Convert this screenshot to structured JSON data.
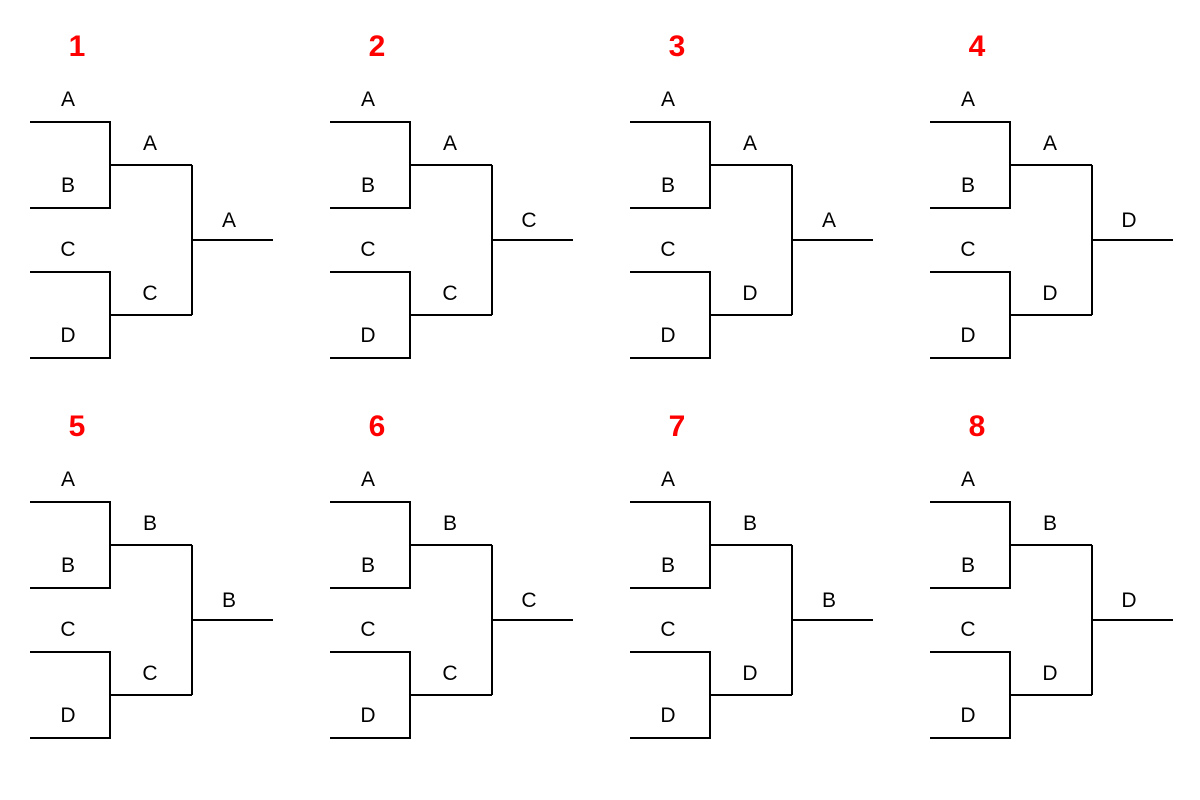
{
  "colors": {
    "background": "#ffffff",
    "line": "#000000",
    "label": "#000000",
    "bracket_number": "#ff0000"
  },
  "brackets": [
    {
      "number": "1",
      "round1": [
        "A",
        "B",
        "C",
        "D"
      ],
      "semifinals": [
        "A",
        "C"
      ],
      "winner": "A"
    },
    {
      "number": "2",
      "round1": [
        "A",
        "B",
        "C",
        "D"
      ],
      "semifinals": [
        "A",
        "C"
      ],
      "winner": "C"
    },
    {
      "number": "3",
      "round1": [
        "A",
        "B",
        "C",
        "D"
      ],
      "semifinals": [
        "A",
        "D"
      ],
      "winner": "A"
    },
    {
      "number": "4",
      "round1": [
        "A",
        "B",
        "C",
        "D"
      ],
      "semifinals": [
        "A",
        "D"
      ],
      "winner": "D"
    },
    {
      "number": "5",
      "round1": [
        "A",
        "B",
        "C",
        "D"
      ],
      "semifinals": [
        "B",
        "C"
      ],
      "winner": "B"
    },
    {
      "number": "6",
      "round1": [
        "A",
        "B",
        "C",
        "D"
      ],
      "semifinals": [
        "B",
        "C"
      ],
      "winner": "C"
    },
    {
      "number": "7",
      "round1": [
        "A",
        "B",
        "C",
        "D"
      ],
      "semifinals": [
        "B",
        "D"
      ],
      "winner": "B"
    },
    {
      "number": "8",
      "round1": [
        "A",
        "B",
        "C",
        "D"
      ],
      "semifinals": [
        "B",
        "D"
      ],
      "winner": "D"
    }
  ]
}
